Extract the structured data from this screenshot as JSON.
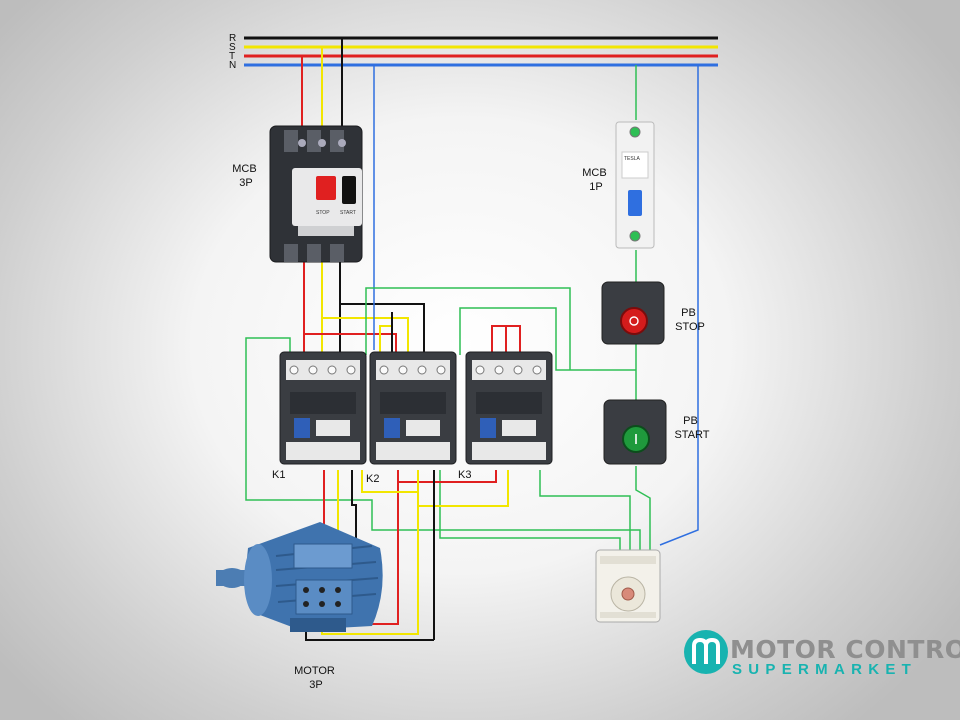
{
  "buses": [
    {
      "label": "R",
      "color": "#111111"
    },
    {
      "label": "S",
      "color": "#f2e600"
    },
    {
      "label": "T",
      "color": "#e02020"
    },
    {
      "label": "N",
      "color": "#2f6fe0"
    }
  ],
  "components": {
    "mcb3p": "MCB\n3P",
    "mcb1p": "MCB\n1P",
    "pb_stop": "PB\nSTOP",
    "pb_start": "PB\nSTART",
    "contactors": [
      "K1",
      "K2",
      "K3"
    ],
    "motor": "MOTOR\n3P"
  },
  "device_marks": {
    "mcb3p_buttons": [
      "STOP",
      "START"
    ],
    "mcb1p_brand": "TESLA"
  },
  "logo": {
    "top": "MOTOR CONTROL",
    "bottom": "SUPERMARKET"
  },
  "colors": {
    "red": "#e02020",
    "yellow": "#f2e600",
    "black": "#111111",
    "blue": "#2f6fe0",
    "green": "#2fbf55",
    "device_body": "#3a3d42",
    "accent": "#18b3b0"
  }
}
